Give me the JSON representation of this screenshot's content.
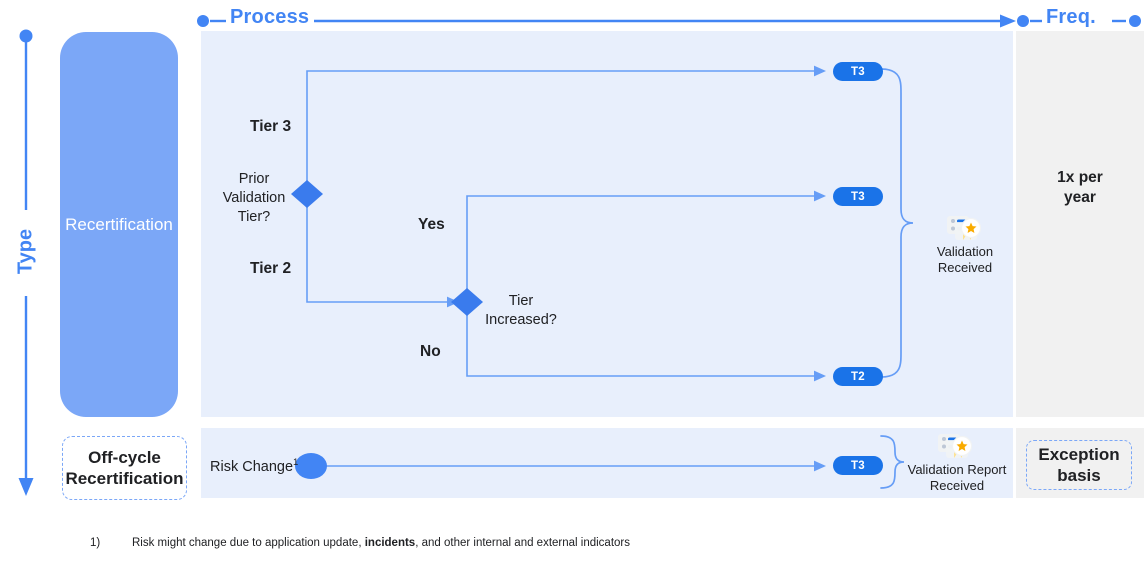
{
  "axes": {
    "vertical_label": "Type",
    "horizontal_labels": {
      "process": "Process",
      "frequency": "Freq."
    }
  },
  "colors": {
    "accent_blue": "#4285F4",
    "badge_blue": "#1A73E8",
    "block_blue": "#7BA7F7",
    "panel_process_bg": "#E8EFFC",
    "panel_freq_bg": "#F1F1F1",
    "line_blue": "#669DF6",
    "star_gold": "#F9AB00"
  },
  "type_blocks": {
    "recertification": "Recertification",
    "off_cycle": "Off-cycle\nRecertification"
  },
  "process": {
    "recertification_flow": {
      "start_question": "Prior\nValidation\nTier?",
      "branch_labels": {
        "upper": "Tier 3",
        "lower": "Tier 2"
      },
      "second_question": "Tier\nIncreased?",
      "second_branch_labels": {
        "yes": "Yes",
        "no": "No"
      },
      "outcomes": [
        {
          "badge": "T3",
          "row": "tier3-direct"
        },
        {
          "badge": "T3",
          "row": "tier-increased-yes"
        },
        {
          "badge": "T2",
          "row": "tier-increased-no"
        }
      ],
      "result_label": "Validation\nReceived",
      "result_icon": "validation-badge-star-icon"
    },
    "off_cycle_flow": {
      "start_label": "Risk Change",
      "start_footnote_marker": "1",
      "outcome_badge": "T3",
      "result_label": "Validation Report\nReceived",
      "result_icon": "validation-badge-star-icon"
    }
  },
  "frequency": {
    "recertification": "1x per\nyear",
    "off_cycle": "Exception\nbasis"
  },
  "footnotes": [
    {
      "number": "1)",
      "text_before": "Risk might change due to application update, ",
      "bold": "incidents",
      "text_after": ", and other internal and external indicators"
    }
  ]
}
